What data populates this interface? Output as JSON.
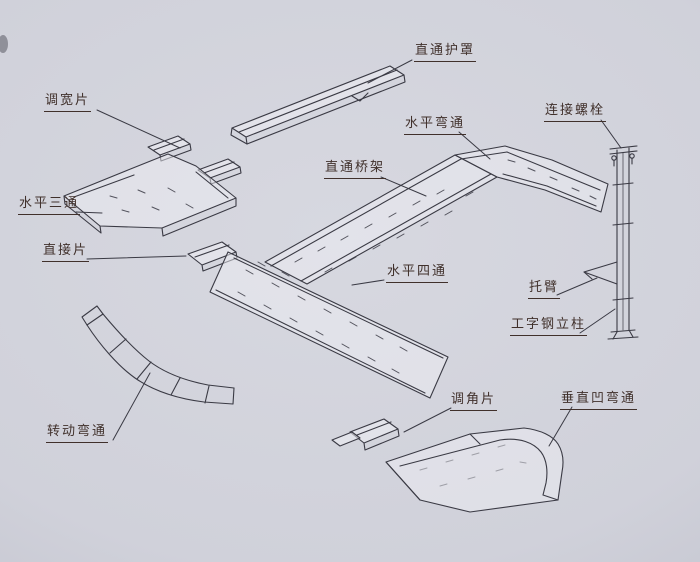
{
  "colors": {
    "paper": "#d7d8e0",
    "ink": "#3a3a44",
    "label_text": "#40302b"
  },
  "labels": [
    {
      "id": "straight-cover",
      "text": "直通护罩"
    },
    {
      "id": "width-adjust-piece",
      "text": "调宽片"
    },
    {
      "id": "horizontal-bend",
      "text": "水平弯通"
    },
    {
      "id": "connecting-bolt",
      "text": "连接螺栓"
    },
    {
      "id": "straight-tray",
      "text": "直通桥架"
    },
    {
      "id": "horizontal-tee",
      "text": "水平三通"
    },
    {
      "id": "direct-piece",
      "text": "直接片"
    },
    {
      "id": "horizontal-cross",
      "text": "水平四通"
    },
    {
      "id": "support-arm",
      "text": "托臂"
    },
    {
      "id": "i-beam-column",
      "text": "工字钢立柱"
    },
    {
      "id": "angle-adjust-piece",
      "text": "调角片"
    },
    {
      "id": "vertical-concave-bend",
      "text": "垂直凹弯通"
    },
    {
      "id": "rotating-bend",
      "text": "转动弯通"
    }
  ]
}
